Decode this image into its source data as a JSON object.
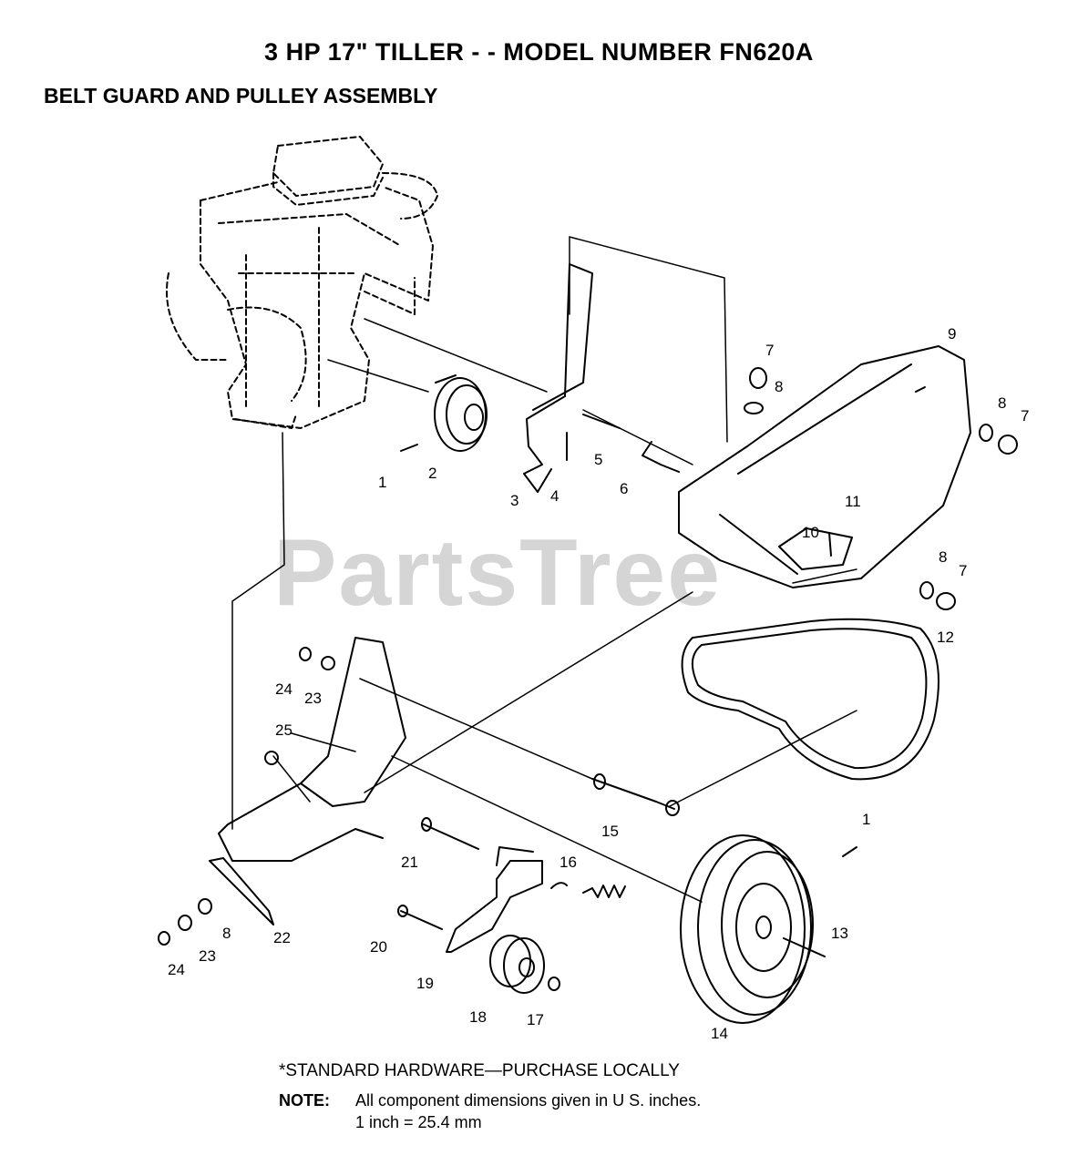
{
  "header": {
    "title": "3 HP  17\" TILLER - - MODEL NUMBER FN620A",
    "subtitle": "BELT GUARD AND PULLEY ASSEMBLY"
  },
  "watermark": "PartsTree",
  "callouts": [
    {
      "id": "c1a",
      "label": "1"
    },
    {
      "id": "c2",
      "label": "2"
    },
    {
      "id": "c3",
      "label": "3"
    },
    {
      "id": "c4",
      "label": "4"
    },
    {
      "id": "c5",
      "label": "5"
    },
    {
      "id": "c6",
      "label": "6"
    },
    {
      "id": "c7a",
      "label": "7"
    },
    {
      "id": "c8a",
      "label": "8"
    },
    {
      "id": "c9",
      "label": "9"
    },
    {
      "id": "c8b",
      "label": "8"
    },
    {
      "id": "c7b",
      "label": "7"
    },
    {
      "id": "c10",
      "label": "10"
    },
    {
      "id": "c11",
      "label": "11"
    },
    {
      "id": "c8c",
      "label": "8"
    },
    {
      "id": "c7c",
      "label": "7"
    },
    {
      "id": "c12",
      "label": "12"
    },
    {
      "id": "c24a",
      "label": "24"
    },
    {
      "id": "c23a",
      "label": "23"
    },
    {
      "id": "c25",
      "label": "25"
    },
    {
      "id": "c15",
      "label": "15"
    },
    {
      "id": "c1b",
      "label": "1"
    },
    {
      "id": "c21",
      "label": "21"
    },
    {
      "id": "c16",
      "label": "16"
    },
    {
      "id": "c13",
      "label": "13"
    },
    {
      "id": "c22",
      "label": "22"
    },
    {
      "id": "c8d",
      "label": "8"
    },
    {
      "id": "c20",
      "label": "20"
    },
    {
      "id": "c23b",
      "label": "23"
    },
    {
      "id": "c24b",
      "label": "24"
    },
    {
      "id": "c19",
      "label": "19"
    },
    {
      "id": "c18",
      "label": "18"
    },
    {
      "id": "c17",
      "label": "17"
    },
    {
      "id": "c14",
      "label": "14"
    }
  ],
  "footer": {
    "hardware_note": "*STANDARD HARDWARE—PURCHASE LOCALLY",
    "note_label": "NOTE:",
    "note_text": "All component dimensions given in U S. inches.",
    "conversion": "1 inch = 25.4 mm"
  }
}
